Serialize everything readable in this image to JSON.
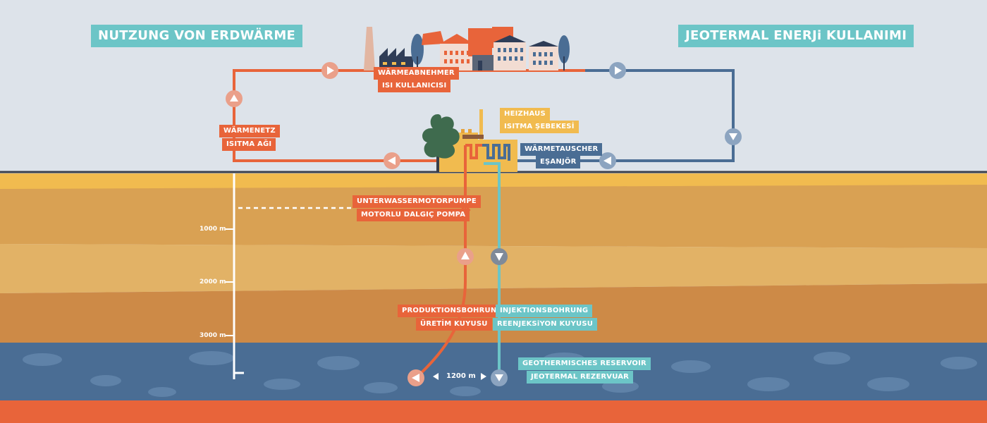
{
  "titles": {
    "left": "NUTZUNG VON ERDWÄRME",
    "right": "JEOTERMAL ENERJi KULLANIMI"
  },
  "labels": {
    "consumer_de": "WÄRMEABNEHMER",
    "consumer_tr": "ISI KULLANICISI",
    "network_de": "WÄRMENETZ",
    "network_tr": "ISITMA AĞI",
    "heating_de": "HEIZHAUS",
    "heating_tr": "ISITMA ŞEBEKESİ",
    "exchanger_de": "WÄRMETAUSCHER",
    "exchanger_tr": "EŞANJÖR",
    "pump_de": "UNTERWASSERMOTORPUMPE",
    "pump_tr": "MOTORLU DALGIÇ POMPA",
    "production_de": "PRODUKTIONSBOHRUNG",
    "production_tr": "ÜRETİM KUYUSU",
    "injection_de": "INJEKTIONSBOHRUNG",
    "injection_tr": "REENJEKSiYON KUYUSU",
    "reservoir_de": "GEOTHERMISCHES RESERVOIR",
    "reservoir_tr": "JEOTERMAL REZERVUAR"
  },
  "depth_labels": [
    "1000 m",
    "2000 m",
    "3000 m"
  ],
  "distance_label": "1200 m",
  "colors": {
    "sky": "#dde3ea",
    "hot": "#e8643a",
    "cold": "#4a6d94",
    "teal": "#6cc5c7",
    "reservoir": "#4a6d94",
    "magma": "#e8643a",
    "ground_layers": [
      "#f1bb4f",
      "#d9a153",
      "#e2b266",
      "#cd8a47"
    ]
  }
}
